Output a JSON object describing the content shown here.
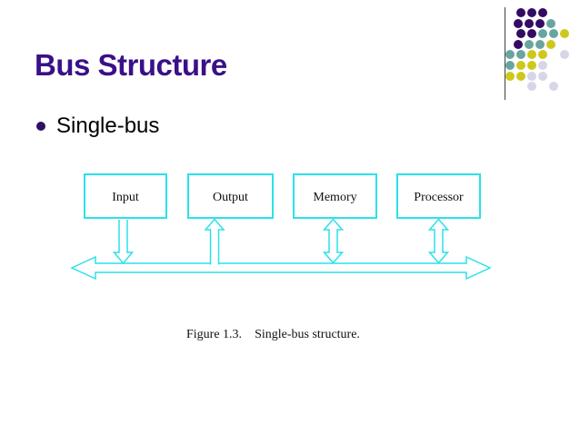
{
  "slide": {
    "title": "Bus Structure",
    "bullet": "Single-bus"
  },
  "diagram": {
    "boxes": [
      {
        "label": "Input"
      },
      {
        "label": "Output"
      },
      {
        "label": "Memory"
      },
      {
        "label": "Processor"
      }
    ],
    "caption": {
      "figure": "Figure 1.3.",
      "text": "Single-bus structure."
    }
  },
  "colors": {
    "title": "#3A1089",
    "bullet_marker": "#2F1163",
    "diagram_stroke": "#2BE1EA",
    "decoration_line": "#404040"
  },
  "decoration": {
    "colors": {
      "P": "#330B63",
      "T": "#69A5A0",
      "Y": "#CFC71C",
      "L": "#D6D6E8"
    },
    "rows": [
      {
        "offset": 0,
        "dots": [
          [
            1,
            "P"
          ],
          [
            2,
            "P"
          ],
          [
            3,
            "P"
          ]
        ]
      },
      {
        "offset": -2.5,
        "dots": [
          [
            1,
            "P"
          ],
          [
            2,
            "P"
          ],
          [
            3,
            "P"
          ],
          [
            4,
            "T"
          ]
        ]
      },
      {
        "offset": 0,
        "dots": [
          [
            1,
            "P"
          ],
          [
            2,
            "P"
          ],
          [
            3,
            "T"
          ],
          [
            4,
            "T"
          ],
          [
            5,
            "Y"
          ]
        ]
      },
      {
        "offset": -2.5,
        "dots": [
          [
            1,
            "P"
          ],
          [
            2,
            "T"
          ],
          [
            3,
            "T"
          ],
          [
            4,
            "Y"
          ]
        ]
      },
      {
        "offset": 0,
        "dots": [
          [
            0,
            "T"
          ],
          [
            1,
            "T"
          ],
          [
            2,
            "Y"
          ],
          [
            3,
            "Y"
          ],
          [
            5,
            "L"
          ]
        ]
      },
      {
        "offset": 0,
        "dots": [
          [
            0,
            "T"
          ],
          [
            1,
            "Y"
          ],
          [
            2,
            "Y"
          ],
          [
            3,
            "L"
          ]
        ]
      },
      {
        "offset": 0,
        "dots": [
          [
            0,
            "Y"
          ],
          [
            1,
            "Y"
          ],
          [
            2,
            "L"
          ],
          [
            3,
            "L"
          ]
        ]
      },
      {
        "offset": 0,
        "dots": [
          [
            2,
            "L"
          ],
          [
            4,
            "L"
          ]
        ]
      }
    ]
  }
}
